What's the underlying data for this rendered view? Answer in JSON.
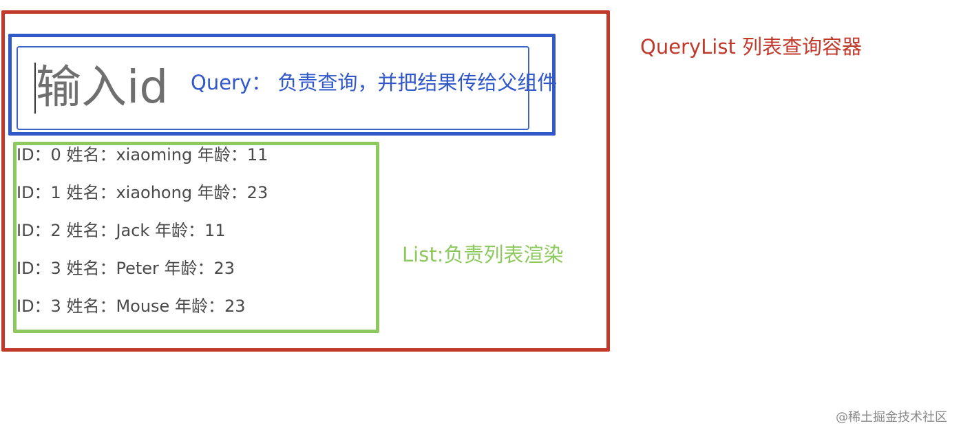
{
  "container": {
    "label": "QueryList 列表查询容器",
    "border_color": "#c0392b"
  },
  "query": {
    "label": "Query： 负责查询，并把结果传给父组件",
    "placeholder": "输入id",
    "border_color": "#3158c9"
  },
  "list": {
    "label": "List:负责列表渲染",
    "border_color": "#8ec95f",
    "items": [
      "ID：0 姓名：xiaoming 年龄：11",
      "ID：1 姓名：xiaohong 年龄：23",
      "ID：2 姓名：Jack 年龄：11",
      "ID：3 姓名：Peter 年龄：23",
      "ID：3 姓名：Mouse 年龄：23"
    ]
  },
  "watermark": "@稀土掘金技术社区"
}
